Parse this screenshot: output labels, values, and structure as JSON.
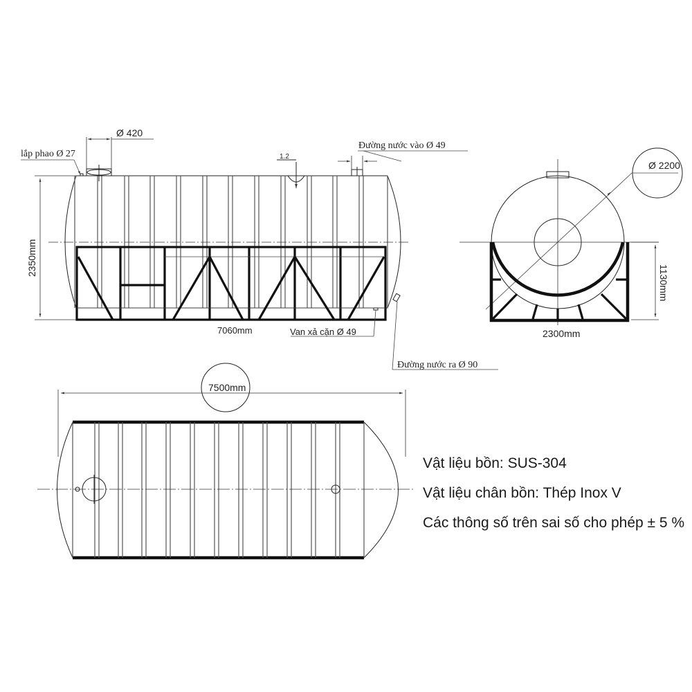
{
  "drawing": {
    "subject": "Horizontal stainless steel water tank",
    "side_view": {
      "labels": {
        "float_port": "lắp phao Ø 27",
        "manhole_diameter": "Ø 420",
        "inlet": "Đường nước vào Ø 49",
        "slope": "1.2",
        "height": "2350mm",
        "frame_length": "7060mm",
        "drain_valve": "Van xả cặn Ø 49",
        "outlet": "Đường nước ra Ø 90"
      }
    },
    "end_view": {
      "labels": {
        "diameter": "Ø 2200",
        "support_height": "1130mm",
        "support_width": "2300mm"
      }
    },
    "top_view": {
      "labels": {
        "overall_length": "7500mm"
      }
    },
    "notes": [
      "Vật liệu bồn: SUS-304",
      "Vật liệu chân bồn: Thép Inox V",
      "Các thông số trên sai số cho phép ± 5 %"
    ]
  },
  "colors": {
    "line": "#222222",
    "background": "#ffffff"
  }
}
